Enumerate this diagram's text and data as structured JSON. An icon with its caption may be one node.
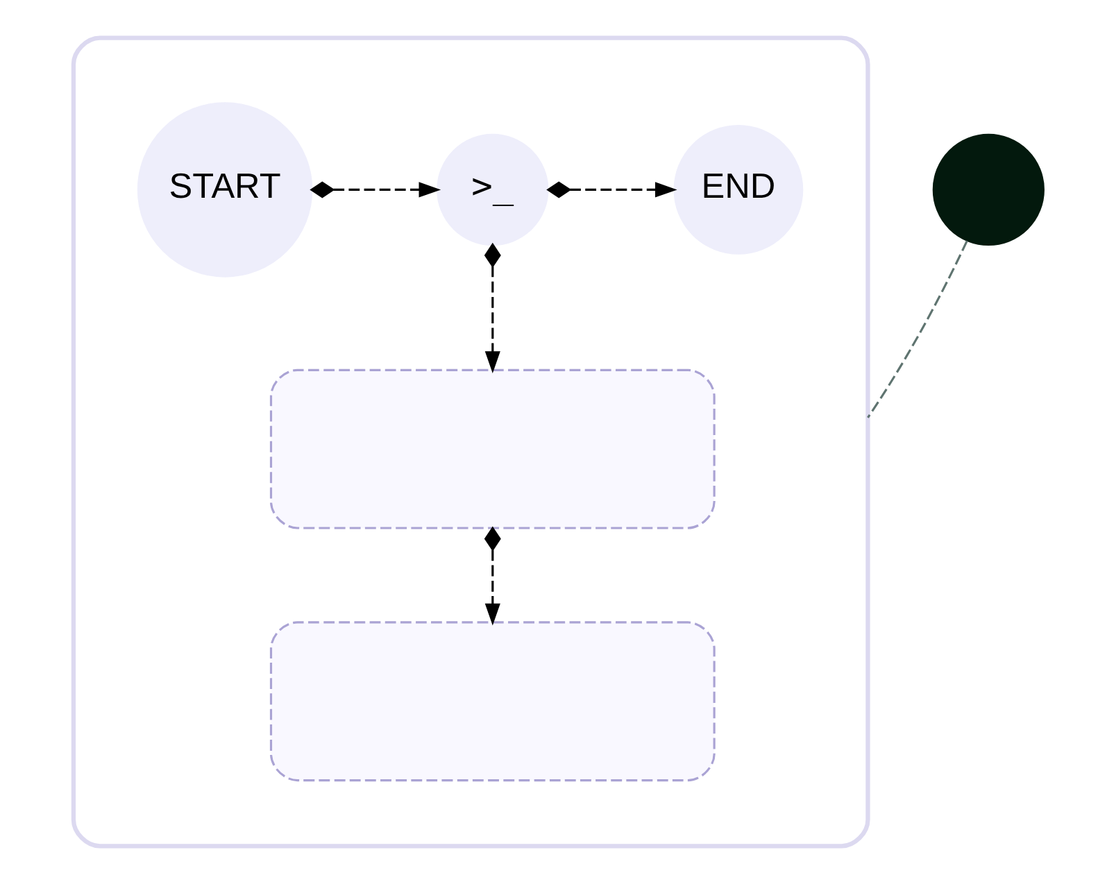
{
  "diagram": {
    "nodes": [
      {
        "text": [],
        "shape": "box"
      },
      {
        "text": [
          "START"
        ],
        "in": 0
      },
      {
        "text": [
          ">_"
        ],
        "in": 0
      },
      {
        "text": [
          "END"
        ],
        "in": 0
      },
      {
        "text": [],
        "shape": "box",
        "in": 0
      },
      {
        "text": [],
        "shape": "box",
        "in": 0
      },
      {
        "text": [],
        "shape": "circle"
      }
    ],
    "edges": [
      {
        "from": 1,
        "to": 2,
        "arrow": "to",
        "style": "dashed"
      },
      {
        "from": 2,
        "to": 3,
        "arrow": "to",
        "style": "dashed"
      },
      {
        "from": 2,
        "to": 4,
        "arrow": "to",
        "style": "dashed"
      },
      {
        "from": 4,
        "to": 5,
        "arrow": "to",
        "style": "dashed"
      },
      {
        "from": 6,
        "to": 0,
        "arrow": "none",
        "style": "dashed",
        "color": "#5f7470"
      }
    ]
  }
}
